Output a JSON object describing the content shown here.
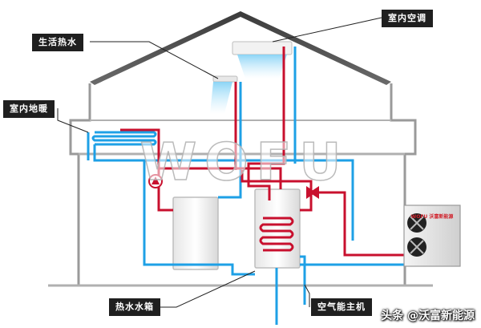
{
  "labels": {
    "indoor_ac": "室内空调",
    "domestic_hot_water": "生活热水",
    "floor_heating": "室内地暖",
    "hot_water_tank": "热水水箱",
    "air_source_unit": "空气能主机"
  },
  "logo_text": "WOFU",
  "unit_brand": {
    "logo": "WOFU",
    "name": "沃富新能源"
  },
  "watermark": "头条 @沃富新能源",
  "colors": {
    "hot_pipe": "#c8102e",
    "cold_pipe": "#1ea0e6",
    "house_outline": "#8c8c8c",
    "roof": "#555555",
    "label_bg": "#1f1f1f"
  }
}
